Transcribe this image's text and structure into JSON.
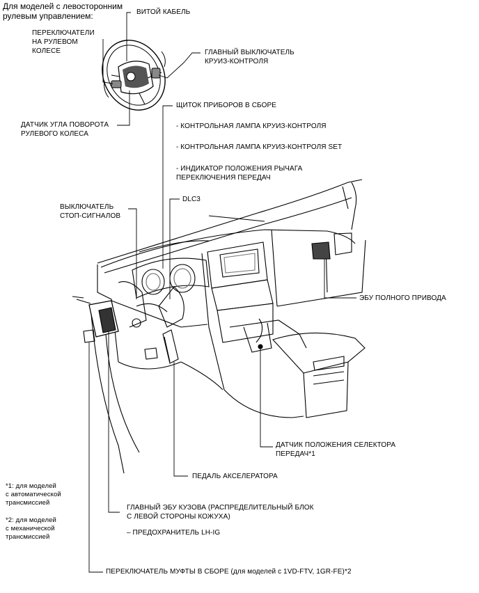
{
  "header": {
    "line1": "Для моделей с левосторонним",
    "line2": "рулевым управлением:"
  },
  "labels": {
    "spiral_cable": "ВИТОЙ КАБЕЛЬ",
    "steering_switches": [
      "ПЕРЕКЛЮЧАТЕЛИ",
      "НА РУЛЕВОМ",
      "КОЛЕСЕ"
    ],
    "cruise_main_switch": [
      "ГЛАВНЫЙ ВЫКЛЮЧАТЕЛЬ",
      "КРУИЗ-КОНТРОЛЯ"
    ],
    "steering_angle_sensor": [
      "ДАТЧИК УГЛА ПОВОРОТА",
      "РУЛЕВОГО КОЛЕСА"
    ],
    "combination_meter": "ЩИТОК ПРИБОРОВ В СБОРЕ",
    "meter_items": [
      "- КОНТРОЛЬНАЯ ЛАМПА КРУИЗ-КОНТРОЛЯ",
      "- КОНТРОЛЬНАЯ ЛАМПА КРУИЗ-КОНТРОЛЯ SET",
      "- ИНДИКАТОР ПОЛОЖЕНИЯ РЫЧАГА",
      "ПЕРЕКЛЮЧЕНИЯ ПЕРЕДАЧ"
    ],
    "stop_light_switch": [
      "ВЫКЛЮЧАТЕЛЬ",
      "СТОП-СИГНАЛОВ"
    ],
    "dlc3": "DLC3",
    "four_wd_ecu": "ЭБУ ПОЛНОГО ПРИВОДА",
    "shift_position_sensor": [
      "ДАТЧИК ПОЛОЖЕНИЯ СЕЛЕКТОРА",
      "ПЕРЕДАЧ*1"
    ],
    "accelerator_pedal": "ПЕДАЛЬ АКСЕЛЕРАТОРА",
    "main_body_ecu": [
      "ГЛАВНЫЙ ЭБУ КУЗОВА (РАСПРЕДЕЛИТЕЛЬНЫЙ БЛОК",
      "С ЛЕВОЙ СТОРОНЫ КОЖУХА)"
    ],
    "fuse": "– ПРЕДОХРАНИТЕЛЬ LH-IG",
    "clutch_switch": "ПЕРЕКЛЮЧАТЕЛЬ МУФТЫ  В СБОРЕ (для моделей с 1VD-FTV, 1GR-FE)*2"
  },
  "footnotes": {
    "note1": [
      "*1: для моделей",
      "с автоматической",
      "трансмиссией"
    ],
    "note2": [
      "*2: для моделей",
      "с механической",
      "трансмиссией"
    ]
  }
}
